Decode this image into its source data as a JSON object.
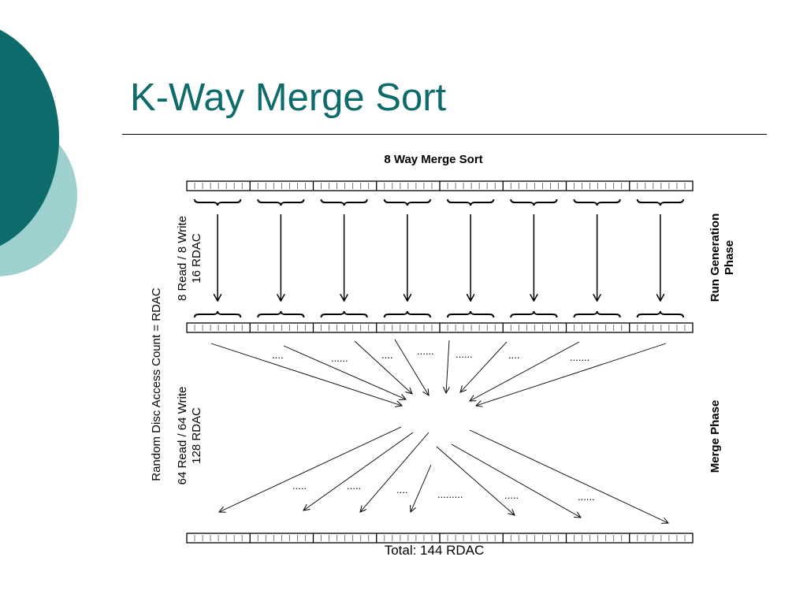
{
  "slide": {
    "title": "K-Way Merge Sort",
    "accent_color": "#0e6b6b",
    "accent_light_color": "#9fd0d0"
  },
  "diagram": {
    "heading": "8 Way Merge Sort",
    "left_axis_label": "Random Disc Access Count = RDAC",
    "run_generation_cost": [
      "8 Read / 8 Write",
      "16 RDAC"
    ],
    "merge_cost": [
      "64 Read / 64 Write",
      "128 RDAC"
    ],
    "run_generation_phase": [
      "Run Generation",
      "Phase"
    ],
    "merge_phase": "Merge Phase",
    "total": "Total: 144 RDAC",
    "block_count": 8,
    "cells_per_block": 8,
    "top_ellipses": [
      "....",
      "......",
      "....",
      "......",
      "......",
      "....",
      "......."
    ],
    "bottom_ellipses": [
      ".....",
      ".....",
      "....",
      ".........",
      ".....",
      "......"
    ]
  }
}
